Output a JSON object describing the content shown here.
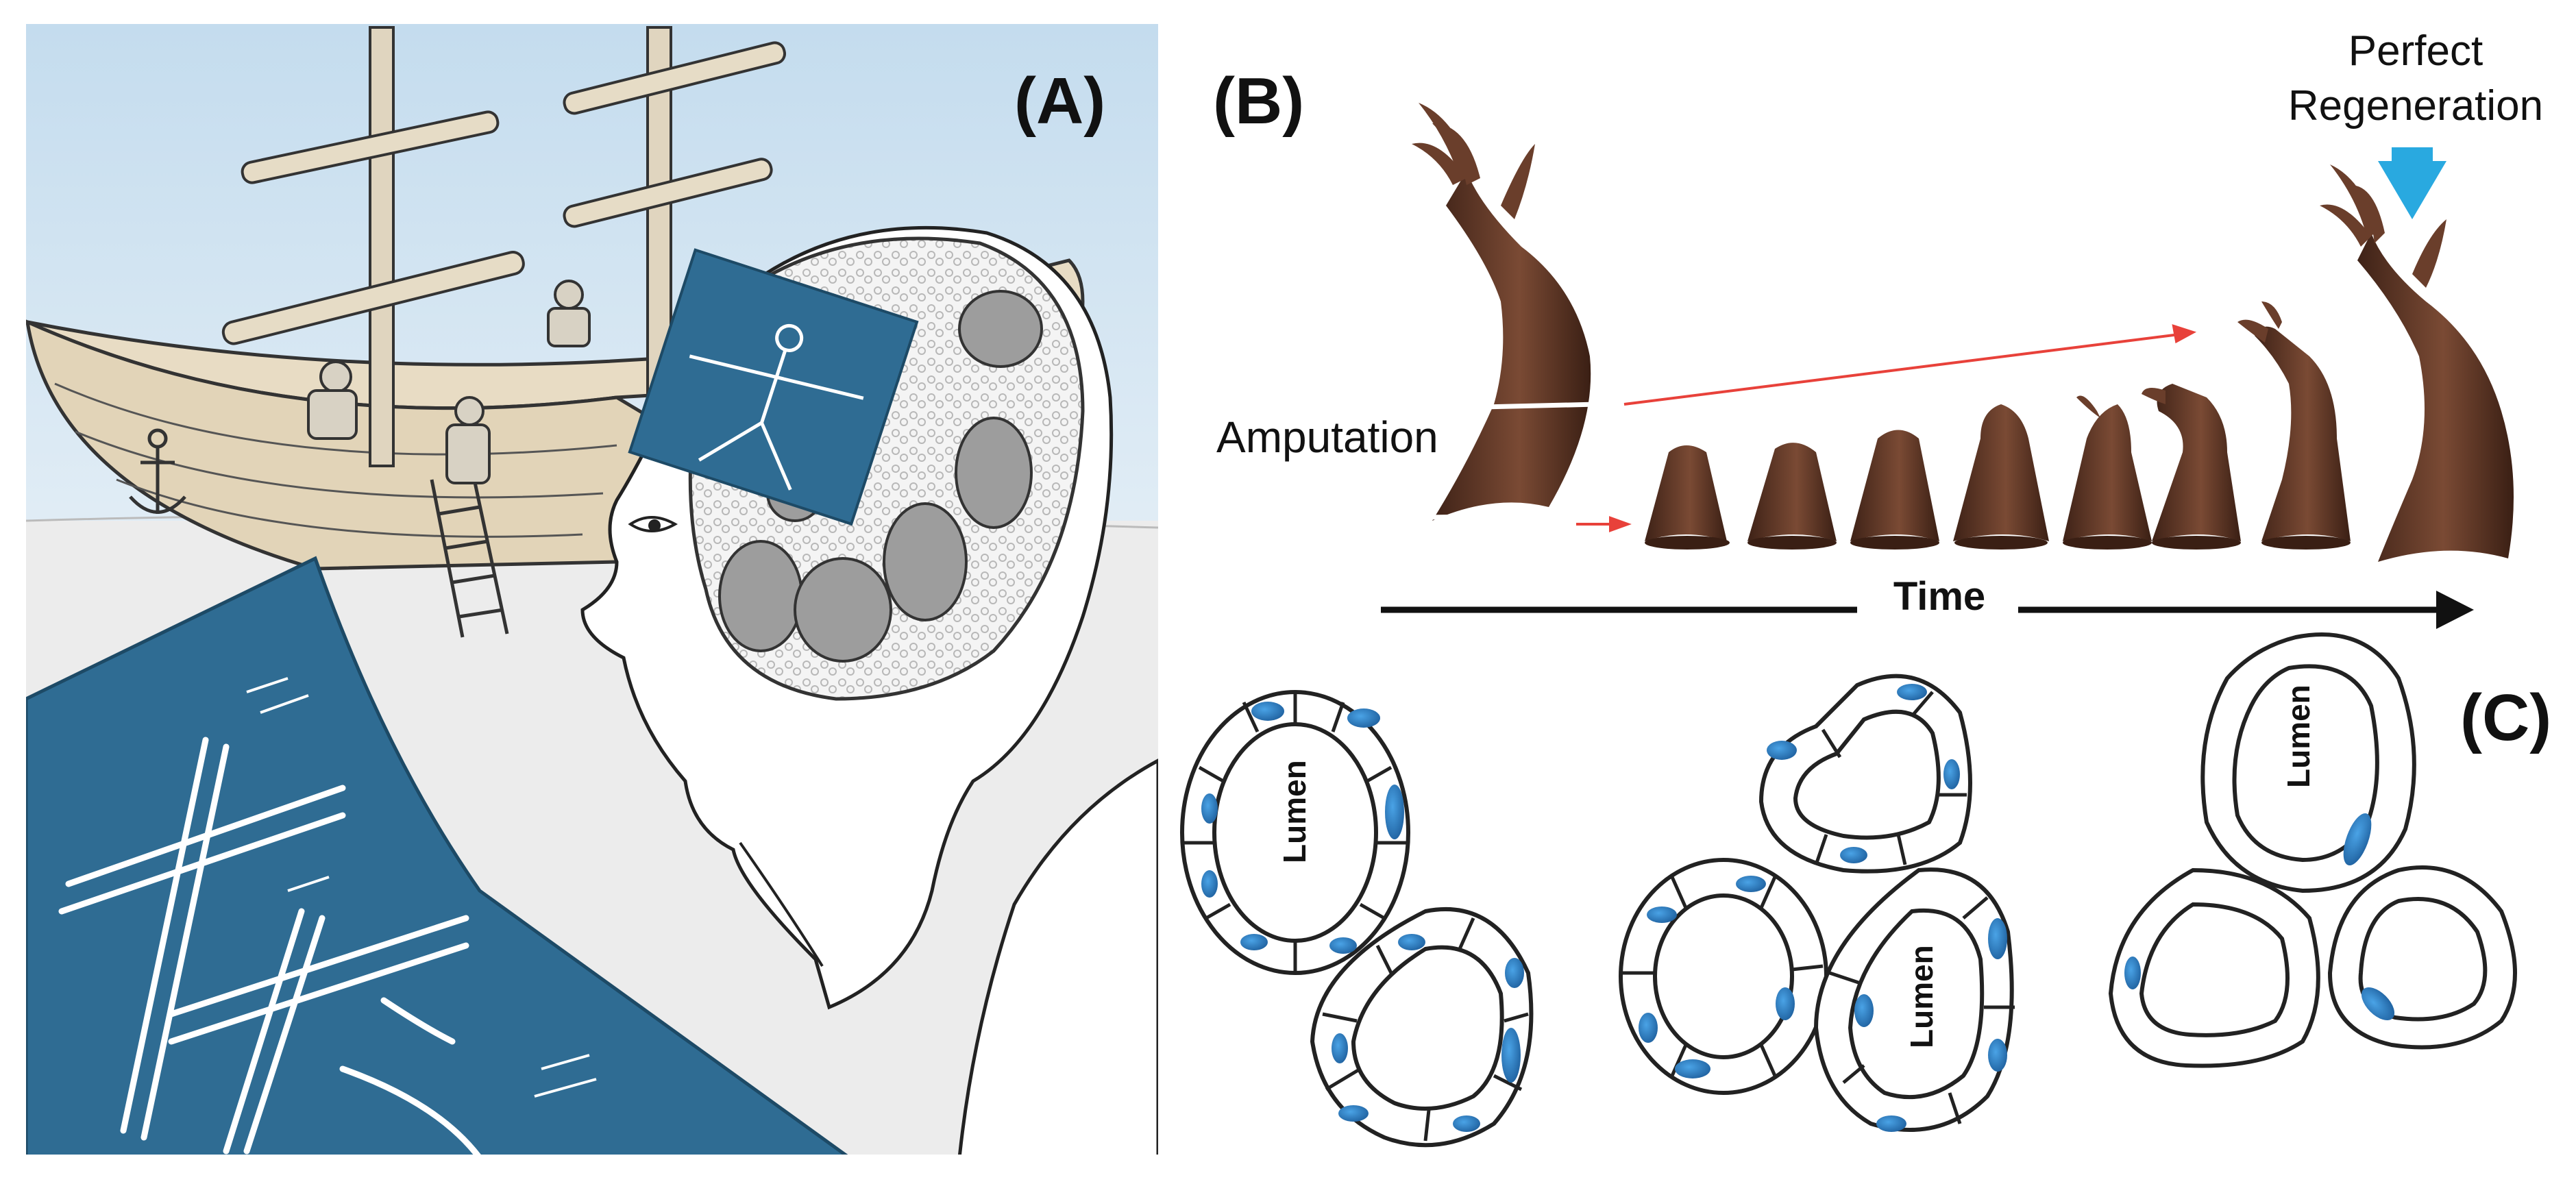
{
  "panels": {
    "a": {
      "letter": "(A)"
    },
    "b": {
      "letter": "(B)",
      "amputation_label": "Amputation",
      "time_label": "Time",
      "perfect_line1": "Perfect",
      "perfect_line2": "Regeneration"
    },
    "c": {
      "letter": "(C)",
      "lumen_label": "Lumen"
    }
  },
  "colors": {
    "sky": "#cfe3f1",
    "blueprint": "#2f6c93",
    "limb": "#5a3424",
    "arrow_red": "#e8413a",
    "arrow_blue": "#29a9e0",
    "nucleus": "#2a7fc4"
  }
}
